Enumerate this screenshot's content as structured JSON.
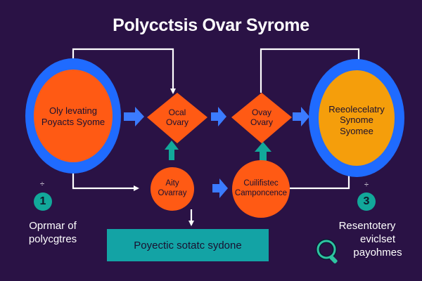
{
  "title": "Polycctsis Ovar Syrome",
  "left_circle": {
    "line1": "Oly levating",
    "line2": "Poyacts Syome"
  },
  "right_circle": {
    "line1": "Reeolecelatry",
    "line2": "Synome",
    "line3": "Syomee"
  },
  "diamond_left": {
    "line1": "Ocal",
    "line2": "Ovary"
  },
  "diamond_right": {
    "line1": "Ovay",
    "line2": "Ovary"
  },
  "small_left": {
    "line1": "Aity",
    "line2": "Ovarray"
  },
  "small_right": {
    "line1": "Cuilifistec",
    "line2": "Camponcence"
  },
  "left_num": {
    "value": "1",
    "tick": "÷"
  },
  "right_num": {
    "value": "3",
    "tick": "÷"
  },
  "left_caption": {
    "line1": "Oprmar of",
    "line2": "polycgtres"
  },
  "right_caption": {
    "line1": "Resentotery",
    "line2": "eviclset",
    "line3": "payohmes"
  },
  "banner": "Poyectic sotatc sydone",
  "colors": {
    "background": "#2a1245",
    "orange": "#ff5a14",
    "amber": "#f59e0b",
    "blue": "#1f6bff",
    "teal": "#12a89a",
    "arrow_blue": "#3b7bff",
    "line": "#ffffff"
  }
}
